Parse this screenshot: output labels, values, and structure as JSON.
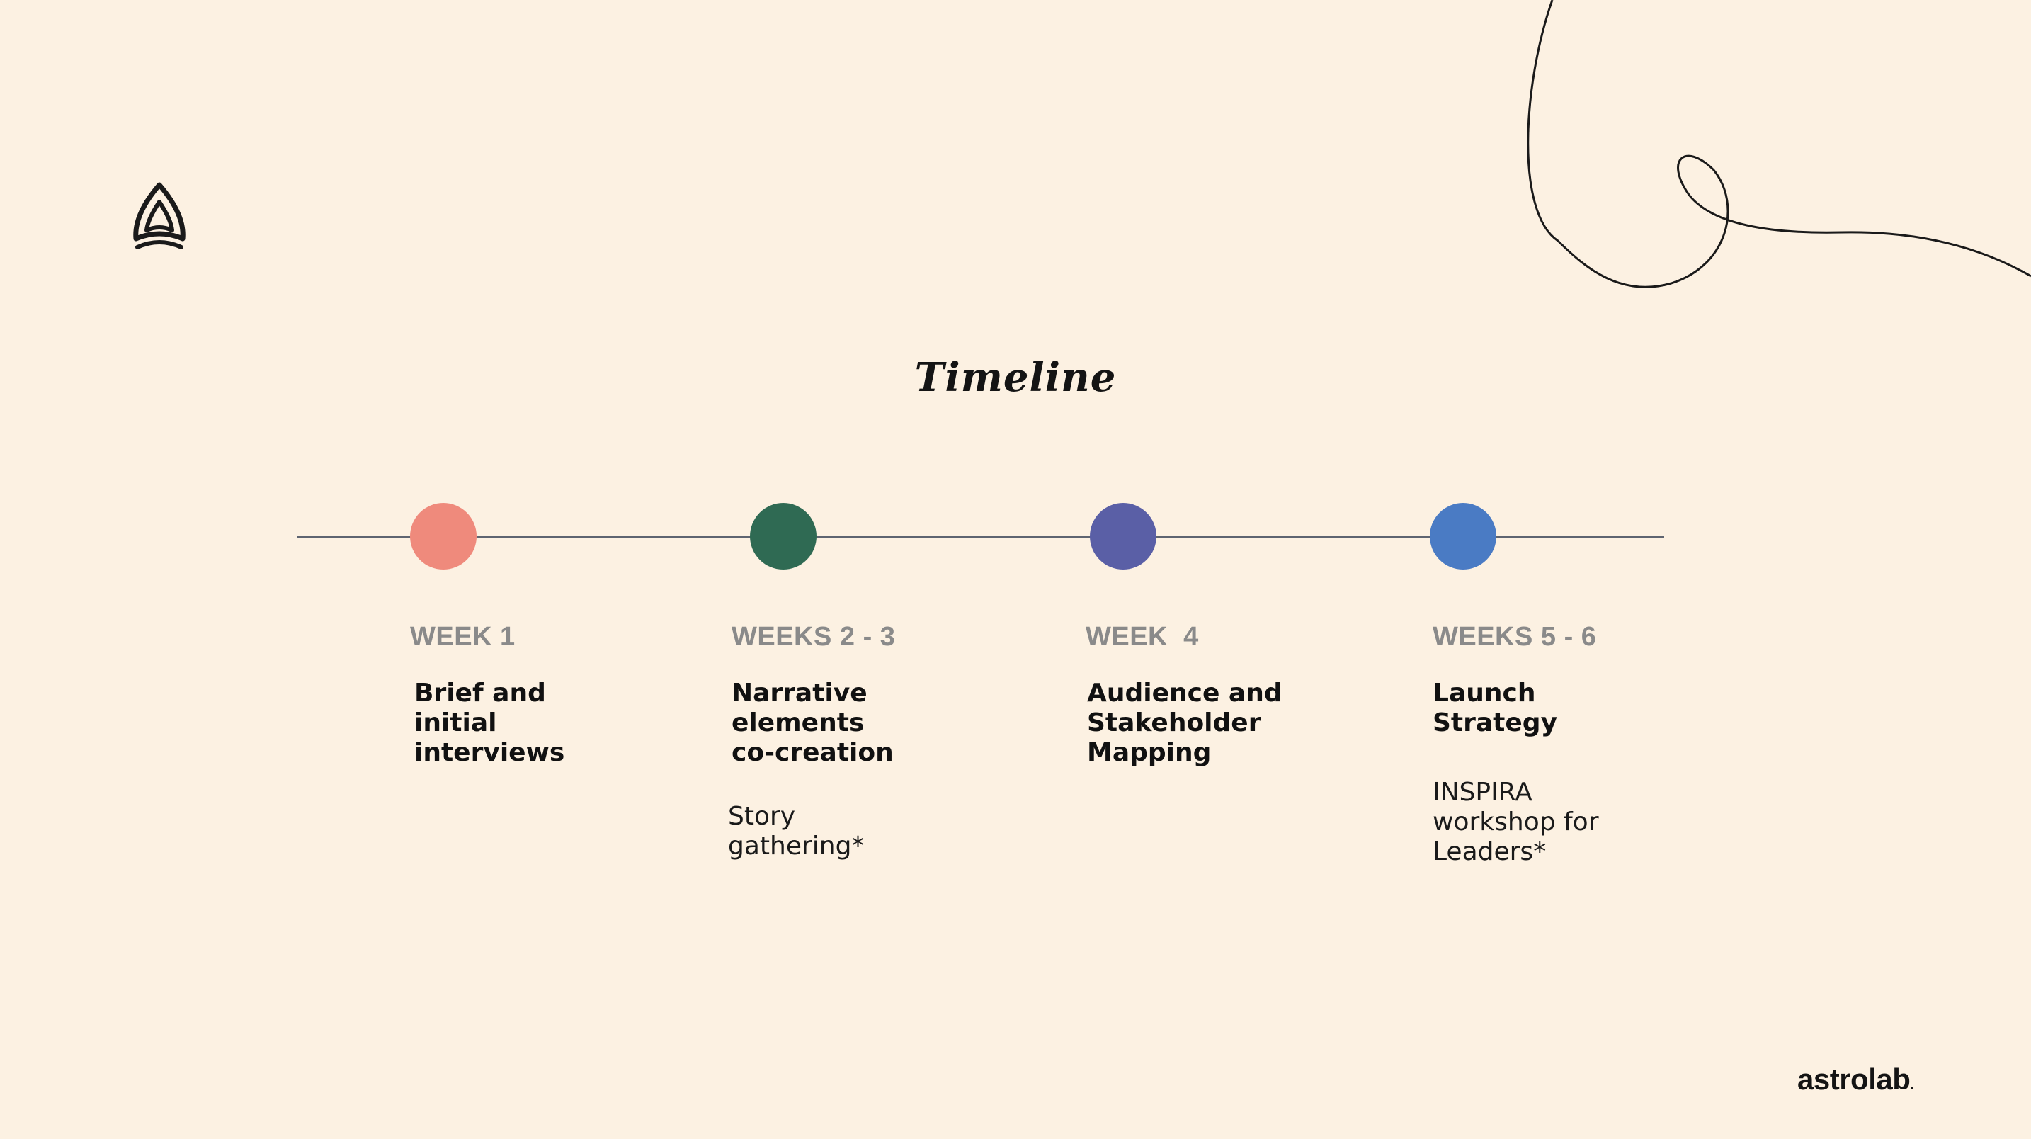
{
  "title": "Timeline",
  "brand": {
    "name": "astrolab",
    "suffix": "."
  },
  "logo": {
    "icon": "arch-logo-icon",
    "color": "#1A1A1A"
  },
  "decoration": {
    "icon": "swirl-line-decoration",
    "color": "#1A1A1A"
  },
  "colors": {
    "background": "#FCF1E2",
    "line": "#5E6470",
    "label_gray": "#8A8A8A",
    "text": "#111111"
  },
  "phases": [
    {
      "week": "WEEK 1",
      "title": "Brief and\ninitial\ninterviews",
      "note": "",
      "color": "#EF8A7C"
    },
    {
      "week": "WEEKS 2 - 3",
      "title": "Narrative\nelements\nco-creation",
      "note": "Story\ngathering*",
      "color": "#2F6A53"
    },
    {
      "week": "WEEK  4",
      "title": "Audience and\nStakeholder\nMapping",
      "note": "",
      "color": "#5A5FA6"
    },
    {
      "week": "WEEKS 5 - 6",
      "title": "Launch\nStrategy",
      "note": "INSPIRA\nworkshop for\nLeaders*",
      "color": "#4A7BC4"
    }
  ]
}
